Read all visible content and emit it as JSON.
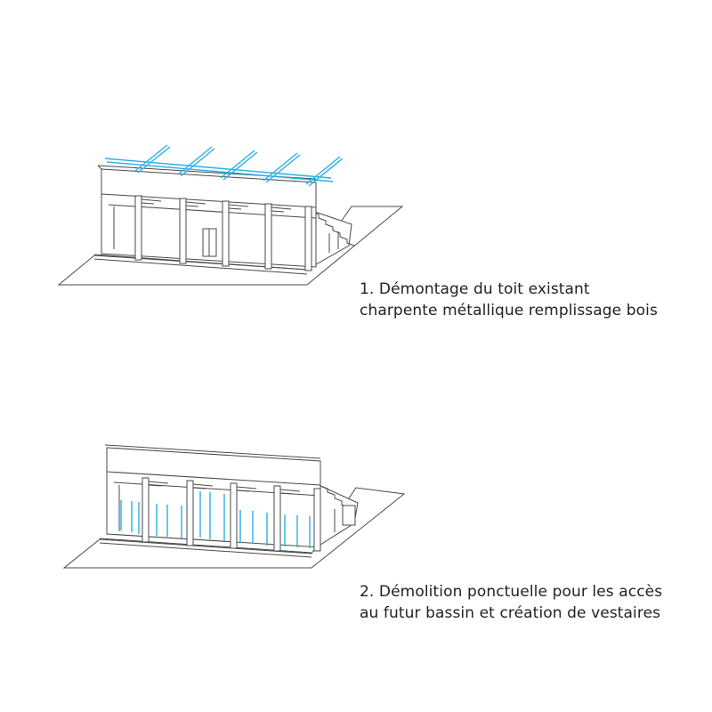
{
  "colors": {
    "line": "#4a4a4a",
    "highlight": "#2aaee8",
    "background": "#ffffff",
    "text": "#222222"
  },
  "steps": [
    {
      "caption_line1": "1. Démontage du toit existant",
      "caption_line2": "charpente métallique remplissage bois"
    },
    {
      "caption_line1": "2. Démolition ponctuelle pour les accès",
      "caption_line2": "au futur bassin et création de vestaires"
    }
  ]
}
